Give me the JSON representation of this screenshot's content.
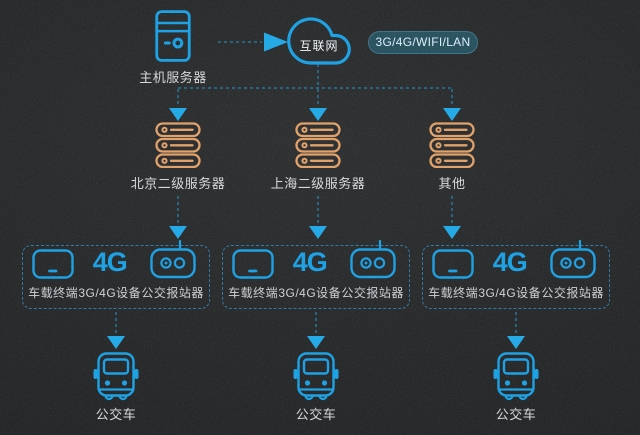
{
  "theme": {
    "accent": "#1ba1e4",
    "arrow": "#22a9e6",
    "server_orange": "#e0a169",
    "connector": "#2183ad",
    "box_border": "#2c7ba4",
    "text": "#d6d9db",
    "pill_bg": "#29525f",
    "pill_border": "#3e7488",
    "pill_text": "#dbeef6"
  },
  "top": {
    "host_label": "主机服务器",
    "cloud_label": "互联网",
    "network_badge": "3G/4G/WIFI/LAN"
  },
  "servers": [
    {
      "label": "北京二级服务器"
    },
    {
      "label": "上海二级服务器"
    },
    {
      "label": "其他"
    }
  ],
  "groups": [
    {
      "terminal_label": "车载终端",
      "device_badge": "4G",
      "device_label": "3G/4G设备",
      "announcer_label": "公交报站器"
    },
    {
      "terminal_label": "车载终端",
      "device_badge": "4G",
      "device_label": "3G/4G设备",
      "announcer_label": "公交报站器"
    },
    {
      "terminal_label": "车载终端",
      "device_badge": "4G",
      "device_label": "3G/4G设备",
      "announcer_label": "公交报站器"
    }
  ],
  "buses": [
    {
      "label": "公交车"
    },
    {
      "label": "公交车"
    },
    {
      "label": "公交车"
    }
  ]
}
